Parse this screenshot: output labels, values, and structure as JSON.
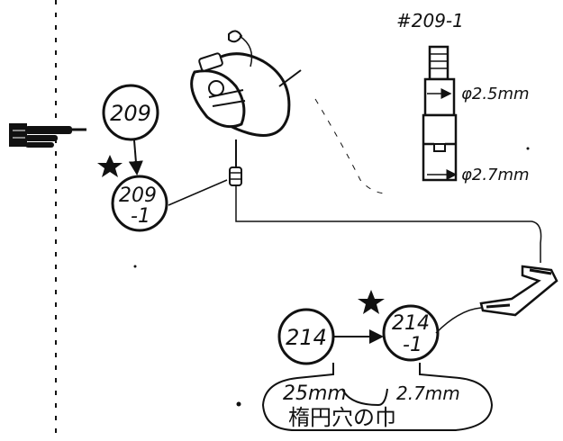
{
  "part_label": "#209-1",
  "dims": {
    "upper": "φ2.5mm",
    "lower": "φ2.7mm"
  },
  "nodes": {
    "n209": "209",
    "n209_1_line1": "209",
    "n209_1_line2": "-1",
    "n214": "214",
    "n214_1_line1": "214",
    "n214_1_line2": "-1"
  },
  "callout": {
    "left_value": "25mm",
    "right_value": "2.7mm",
    "caption": "楕円穴の巾"
  },
  "colors": {
    "ink": "#111111",
    "paper": "#ffffff"
  }
}
